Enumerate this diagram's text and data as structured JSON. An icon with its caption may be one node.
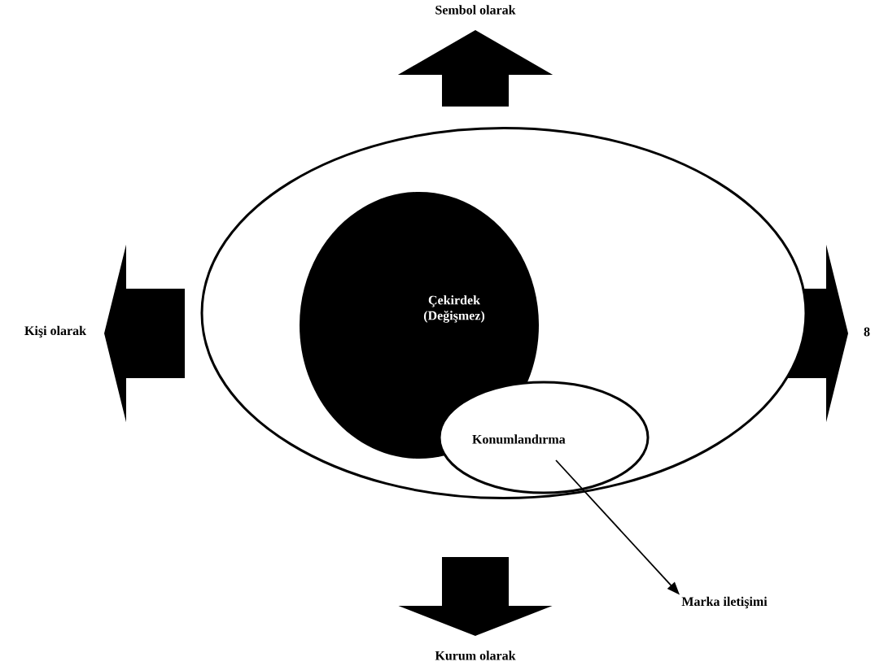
{
  "diagram": {
    "nodes": [
      {
        "text": [],
        "shape": "ellipse"
      },
      {
        "text": [
          "Çekirdek (Değişmez)"
        ],
        "in": 0
      },
      {
        "text": [
          "Konumlandırma"
        ],
        "in": 0
      },
      {
        "text": [
          "Marka iletişimi"
        ]
      }
    ],
    "edges": [
      {
        "from": 2,
        "to": 3,
        "arrow": "to"
      }
    ],
    "labels": [
      "Sembol olarak",
      "Kişi olarak",
      "8",
      "Kurum olarak"
    ]
  }
}
